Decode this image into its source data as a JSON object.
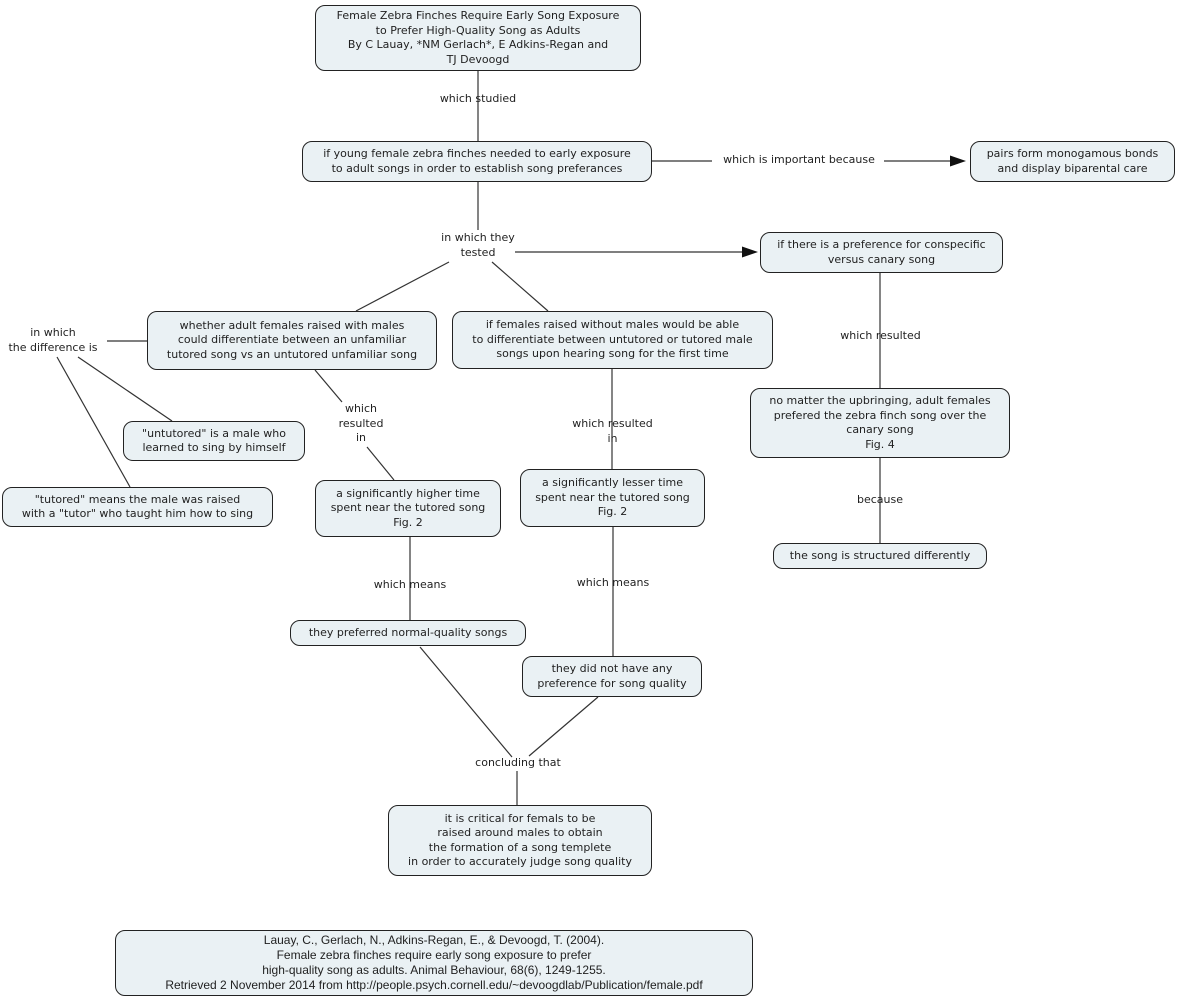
{
  "diagram": {
    "colors": {
      "node_fill": "#eaf1f4",
      "node_border": "#222222",
      "line": "#333333",
      "text": "#1f1f1f",
      "background": "#ffffff"
    },
    "nodes": {
      "title": "Female Zebra Finches Require Early Song Exposure\nto Prefer High-Quality Song as Adults\nBy C Lauay, *NM Gerlach*, E Adkins-Regan and\nTJ Devoogd",
      "question": "if young female zebra finches needed to early exposure\nto adult songs in order to establish song preferances",
      "pairs": "pairs form monogamous bonds\nand display biparental care",
      "conspecific": "if there is a preference for conspecific\nversus canary song",
      "raised_with_males": "whether adult females raised with males\ncould differentiate between an unfamiliar\ntutored song vs an untutored unfamiliar song",
      "raised_without_males": "if females raised without males would be able\nto differentiate between untutored or tutored male\nsongs upon hearing song for the first time",
      "untutored_def": "\"untutored\" is a male who\nlearned to sing by himself",
      "tutored_def": "\"tutored\" means the male was raised\nwith a \"tutor\" who taught him how to sing",
      "higher_time": "a significantly higher time\nspent near the tutored song\nFig. 2",
      "lesser_time": "a significantly lesser time\nspent near the tutored song\nFig. 2",
      "no_matter": "no matter the upbringing, adult females\nprefered the zebra finch song over the\ncanary song\nFig. 4",
      "structured": "the song is structured differently",
      "preferred_normal": "they preferred normal-quality songs",
      "no_preference": "they did not have any\npreference for song quality",
      "conclusion": "it is critical for femals to be\nraised around males to obtain\nthe formation of a song templete\nin order to accurately judge song quality",
      "citation": "Lauay, C., Gerlach, N., Adkins-Regan, E., & Devoogd, T. (2004).\nFemale zebra finches require early song exposure to prefer\nhigh-quality song as adults. Animal Behaviour, 68(6), 1249-1255.\nRetrieved 2 November 2014 from http://people.psych.cornell.edu/~devoogdlab/Publication/female.pdf"
    },
    "links": {
      "which_studied": "which studied",
      "important_because": "which is important because",
      "in_which_tested": "in which they\ntested",
      "difference_is": "in which\nthe difference is",
      "resulted_in_left": "which\nresulted\nin",
      "resulted_in_mid": "which resulted\nin",
      "which_resulted": "which resulted",
      "because": "because",
      "which_means_left": "which means",
      "which_means_right": "which means",
      "concluding_that": "concluding that"
    }
  }
}
